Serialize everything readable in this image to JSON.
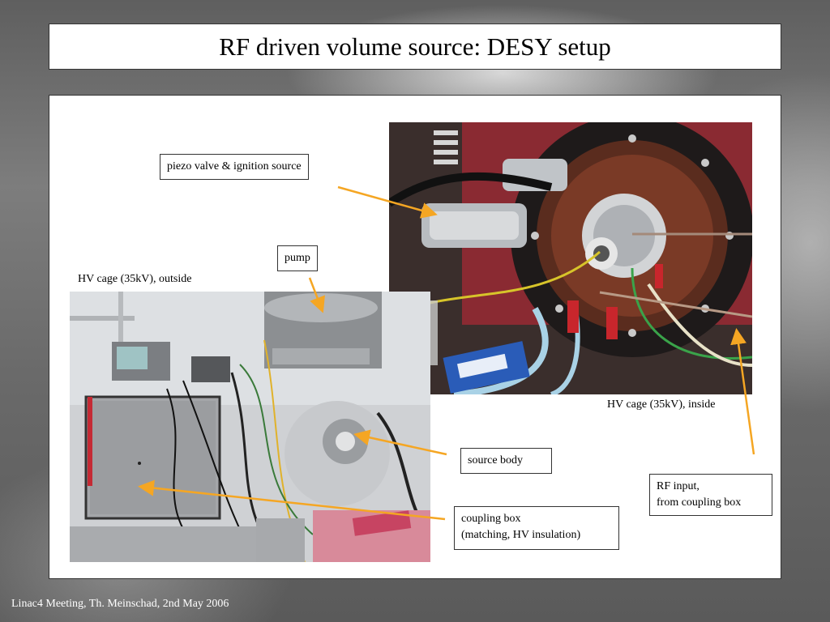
{
  "slide": {
    "title": "RF driven volume source: DESY setup",
    "footer": "Linac4 Meeting, Th. Meinschad, 2nd May 2006"
  },
  "labels": {
    "piezo": "piezo valve & ignition source",
    "pump": "pump",
    "hv_outside": "HV cage (35kV), outside",
    "hv_inside": "HV cage (35kV), inside",
    "source_body": "source body",
    "rf_input_line1": "RF input,",
    "rf_input_line2": "from coupling box",
    "coupling_line1": "coupling box",
    "coupling_line2": "(matching, HV insulation)"
  },
  "colors": {
    "arrow": "#f5a623"
  }
}
